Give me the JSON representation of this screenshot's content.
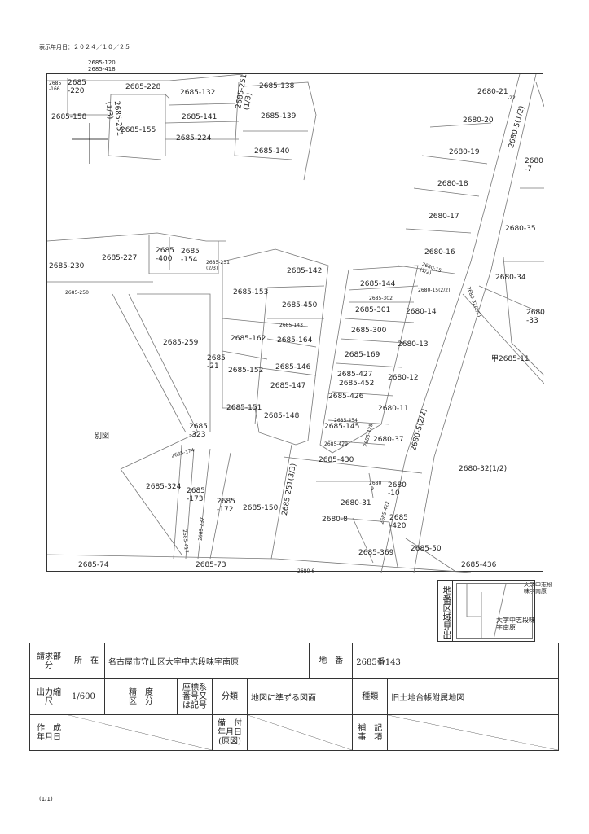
{
  "display_date": "表示年月日：２０２４／１０／２５",
  "top_legend": [
    "2685-120",
    "2685-418"
  ],
  "parcels": [
    {
      "id": "p01",
      "text": "2685\n-166"
    },
    {
      "id": "p02",
      "text": "2685\n-220"
    },
    {
      "id": "p03",
      "text": "2685-228"
    },
    {
      "id": "p04",
      "text": "2685-132"
    },
    {
      "id": "p05",
      "text": "2685-251\n(1/3)"
    },
    {
      "id": "p06",
      "text": "2685-138"
    },
    {
      "id": "p07",
      "text": "2685-158"
    },
    {
      "id": "p08",
      "text": "2685-251\n(1/3)"
    },
    {
      "id": "p09",
      "text": "2685-141"
    },
    {
      "id": "p10",
      "text": "2685-139"
    },
    {
      "id": "p11",
      "text": "2685-155"
    },
    {
      "id": "p12",
      "text": "2685-224"
    },
    {
      "id": "p13",
      "text": "2685-140"
    },
    {
      "id": "p14",
      "text": "2680-21"
    },
    {
      "id": "p15",
      "text": "-22"
    },
    {
      "id": "p16",
      "text": "2680-20"
    },
    {
      "id": "p17",
      "text": "2680-5(1/2)"
    },
    {
      "id": "p18",
      "text": "2680-19"
    },
    {
      "id": "p19",
      "text": "2680\n-7"
    },
    {
      "id": "p20",
      "text": "2680-18"
    },
    {
      "id": "p21",
      "text": "2680-17"
    },
    {
      "id": "p22",
      "text": "2680-35"
    },
    {
      "id": "p23",
      "text": "2685-230"
    },
    {
      "id": "p24",
      "text": "2685-227"
    },
    {
      "id": "p25",
      "text": "2685\n-400"
    },
    {
      "id": "p26",
      "text": "2685\n-154"
    },
    {
      "id": "p27",
      "text": "2685-251\n(2/3)"
    },
    {
      "id": "p28",
      "text": "2685-142"
    },
    {
      "id": "p29",
      "text": "2680-16"
    },
    {
      "id": "p30",
      "text": "2680-15\n(1/2)"
    },
    {
      "id": "p31",
      "text": "2680-34"
    },
    {
      "id": "p32",
      "text": "2680-32(2/2)"
    },
    {
      "id": "p33",
      "text": "2685-250"
    },
    {
      "id": "p34",
      "text": "2685-153"
    },
    {
      "id": "p35",
      "text": "2685-144"
    },
    {
      "id": "p36",
      "text": "2680-15(2/2)"
    },
    {
      "id": "p37",
      "text": "2685-302"
    },
    {
      "id": "p38",
      "text": "2685-450"
    },
    {
      "id": "p39",
      "text": "2685-301"
    },
    {
      "id": "p40",
      "text": "2680-14"
    },
    {
      "id": "p41",
      "text": "2680\n-33"
    },
    {
      "id": "p42",
      "text": "2685-143"
    },
    {
      "id": "p43",
      "text": "2685-300"
    },
    {
      "id": "p44",
      "text": "2685-259"
    },
    {
      "id": "p45",
      "text": "2685-162"
    },
    {
      "id": "p46",
      "text": "2685-164"
    },
    {
      "id": "p47",
      "text": "2685-146"
    },
    {
      "id": "p48",
      "text": "2680-13"
    },
    {
      "id": "p49",
      "text": "2685-169"
    },
    {
      "id": "p50",
      "text": "甲2685-11"
    },
    {
      "id": "p51",
      "text": "2685\n-21"
    },
    {
      "id": "p52",
      "text": "2685-146"
    },
    {
      "id": "p53",
      "text": "2685-152"
    },
    {
      "id": "p54",
      "text": "2685-427"
    },
    {
      "id": "p55",
      "text": "2685-452"
    },
    {
      "id": "p56",
      "text": "2680-12"
    },
    {
      "id": "p57",
      "text": "2685-147"
    },
    {
      "id": "p58",
      "text": "2685-426"
    },
    {
      "id": "p59",
      "text": "2685-151"
    },
    {
      "id": "p60",
      "text": "2680-11"
    },
    {
      "id": "p61",
      "text": "2685-148"
    },
    {
      "id": "p62",
      "text": "2685-454"
    },
    {
      "id": "p63",
      "text": "2685-145"
    },
    {
      "id": "p64",
      "text": "2685-428"
    },
    {
      "id": "p65",
      "text": "2680-5(2/2)"
    },
    {
      "id": "p66",
      "text": "別図"
    },
    {
      "id": "p67",
      "text": "2685\n-323"
    },
    {
      "id": "p68",
      "text": "2680-37"
    },
    {
      "id": "p69",
      "text": "2685-429"
    },
    {
      "id": "p70",
      "text": "2685-174"
    },
    {
      "id": "p71",
      "text": "2685-430"
    },
    {
      "id": "p72",
      "text": "2685-251(3/3)"
    },
    {
      "id": "p73",
      "text": "2680-32(1/2)"
    },
    {
      "id": "p74",
      "text": "2685-324"
    },
    {
      "id": "p75",
      "text": "2685\n-173"
    },
    {
      "id": "p76",
      "text": "2680\n-9"
    },
    {
      "id": "p77",
      "text": "2680\n-10"
    },
    {
      "id": "p78",
      "text": "2685\n-172"
    },
    {
      "id": "p79",
      "text": "2685-150"
    },
    {
      "id": "p80",
      "text": "2680-31"
    },
    {
      "id": "p81",
      "text": "2685-422"
    },
    {
      "id": "p82",
      "text": "2685-237"
    },
    {
      "id": "p83",
      "text": "2680-8"
    },
    {
      "id": "p84",
      "text": "2685\n-420"
    },
    {
      "id": "p85",
      "text": "2685-417"
    },
    {
      "id": "p86",
      "text": "2685-369"
    },
    {
      "id": "p87",
      "text": "2685-50"
    },
    {
      "id": "p88",
      "text": "2685-74"
    },
    {
      "id": "p89",
      "text": "2685-73"
    },
    {
      "id": "p90",
      "text": "2685-436"
    },
    {
      "id": "p91",
      "text": "2680-6"
    }
  ],
  "map_area_note": "大字中志段\n味字南原",
  "legend": {
    "label": "地番区域見出",
    "area": "大字中志段味\n字南原"
  },
  "form": {
    "request_section_label": "請求部分",
    "location_label": "所　在",
    "location_value": "名古屋市守山区大字中志段味字南原",
    "lot_number_label": "地　番",
    "lot_number_value": "2685番143",
    "output_scale_label": "出力縮尺",
    "output_scale_value": "1/600",
    "accuracy_label": "精　度\n区　分",
    "coordinate_label": "座標系\n番号又\nは記号",
    "classification_label": "分類",
    "classification_value": "地図に準ずる図面",
    "type_label": "種類",
    "type_value": "旧土地台帳附属地図",
    "created_label": "作　成\n年月日",
    "remarks_label": "備　付\n年月日\n(原図)",
    "supplement_label": "補　記\n事　項"
  },
  "page_number": "(1/1)"
}
